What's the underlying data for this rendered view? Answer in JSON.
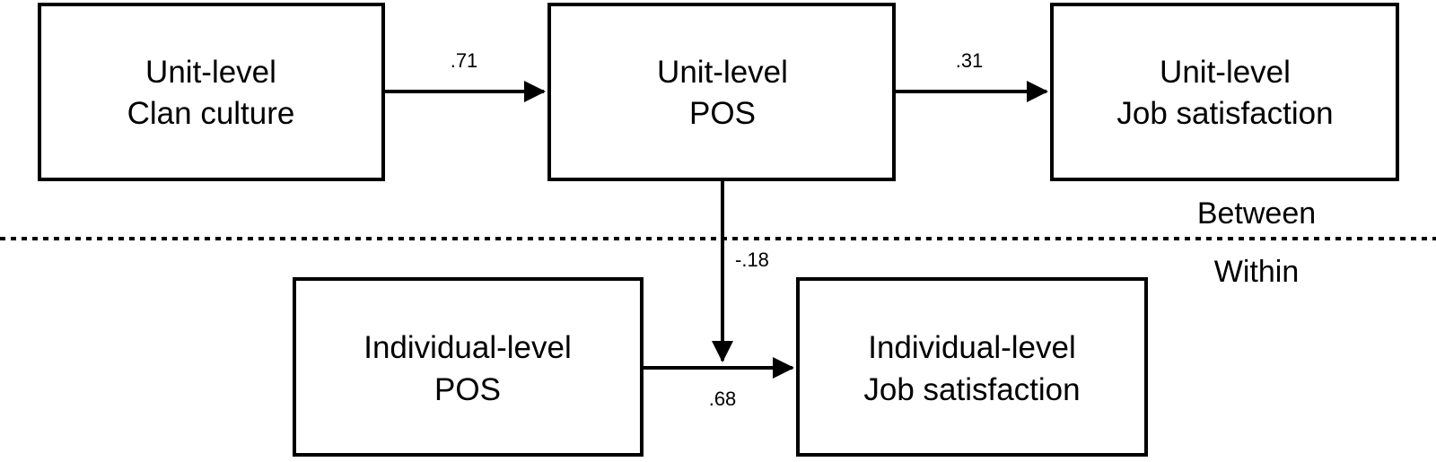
{
  "nodes": {
    "unit_clan": {
      "line1": "Unit-level",
      "line2": "Clan culture"
    },
    "unit_pos": {
      "line1": "Unit-level",
      "line2": "POS"
    },
    "unit_js": {
      "line1": "Unit-level",
      "line2": "Job satisfaction"
    },
    "ind_pos": {
      "line1": "Individual-level",
      "line2": "POS"
    },
    "ind_js": {
      "line1": "Individual-level",
      "line2": "Job satisfaction"
    }
  },
  "paths": {
    "clan_to_pos": ".71",
    "pos_to_js": ".31",
    "cross_level": "-.18",
    "ind_pos_to_js": ".68"
  },
  "levels": {
    "between": "Between",
    "within": "Within"
  }
}
